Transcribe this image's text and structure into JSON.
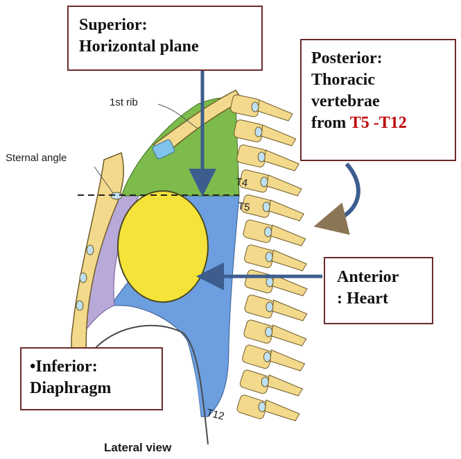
{
  "colors": {
    "bone": "#f3d98c",
    "bone_outline": "#6e5a28",
    "disc": "#bfe0f2",
    "superior_region": "#7dbb4c",
    "mediastinum_blue": "#6d9fe0",
    "heart_yellow": "#f5e33a",
    "anterior_purple": "#b9a9d9",
    "arrow_blue": "#3c5d8e",
    "callout_border": "#6b2b2b",
    "highlight_red": "#c00000"
  },
  "figure_labels": {
    "first_rib": "1st rib",
    "sternal_angle": "Sternal angle",
    "t4": "T4",
    "t5": "T5",
    "t12": "T12",
    "view": "Lateral view"
  },
  "callouts": {
    "superior": {
      "line1": "Superior:",
      "line2": "Horizontal plane"
    },
    "posterior": {
      "line1": "Posterior:",
      "line2": "Thoracic",
      "line3": "vertebrae",
      "line4_prefix": "from ",
      "line4_highlight": "T5 -T12"
    },
    "anterior": {
      "line1": "Anterior",
      "line2": ": Heart"
    },
    "inferior": {
      "line1": "•Inferior:",
      "line2": "Diaphragm"
    }
  }
}
